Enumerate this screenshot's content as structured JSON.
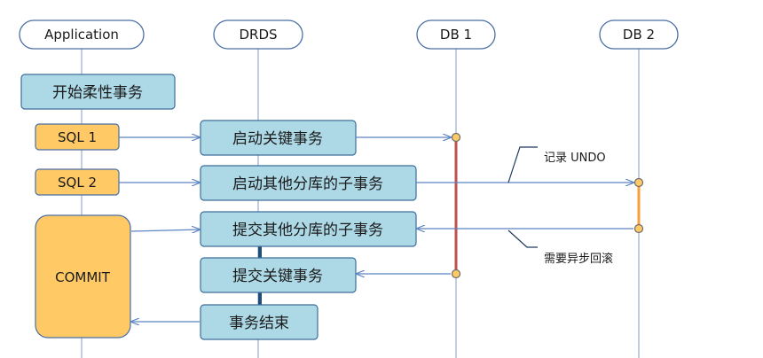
{
  "participants": {
    "application": "Application",
    "drds": "DRDS",
    "db1": "DB 1",
    "db2": "DB 2"
  },
  "steps": {
    "start_flexible_txn": "开始柔性事务",
    "sql1": "SQL 1",
    "sql2": "SQL 2",
    "commit": "COMMIT",
    "start_key_txn": "启动关键事务",
    "start_other_shard_subtxn": "启动其他分库的子事务",
    "commit_other_shard_subtxn": "提交其他分库的子事务",
    "commit_key_txn": "提交关键事务",
    "txn_end": "事务结束"
  },
  "notes": {
    "record_undo": "记录 UNDO",
    "async_rollback": "需要异步回滚"
  },
  "colors": {
    "lifeline": "#7f9cc7",
    "header_stroke": "#4a6fa5",
    "blue_box_fill": "#add8e6",
    "blue_box_stroke": "#3e6e9a",
    "orange_box_fill": "#ffc966",
    "orange_box_stroke": "#4a6fa5",
    "arrow": "#5b84c4",
    "db1_active": "#c0504d",
    "db2_active": "#f7a040",
    "dot_fill": "#ffc966",
    "dot_stroke": "#6b6b6b",
    "drds_link": "#1f4e79"
  }
}
